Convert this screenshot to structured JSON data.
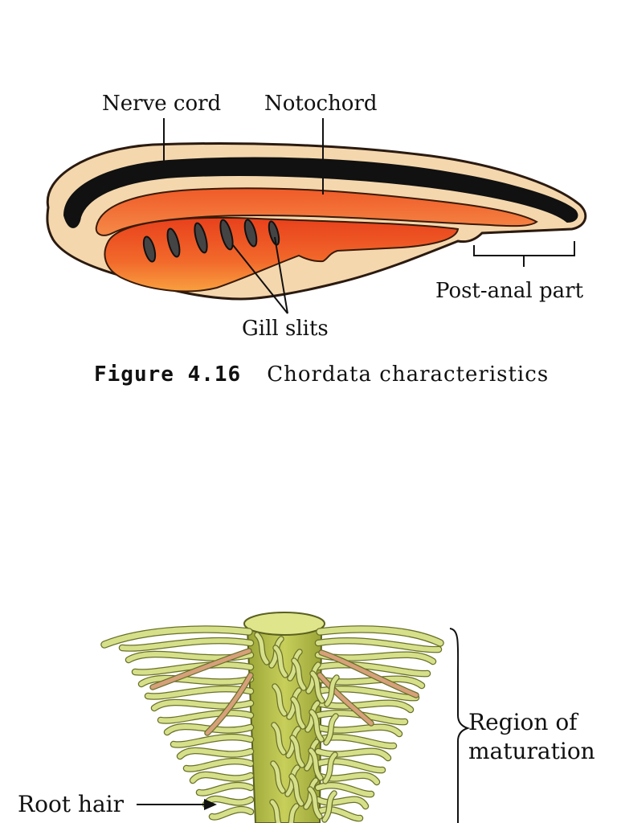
{
  "figure_1": {
    "labels": {
      "nerve_cord": "Nerve cord",
      "notochord": "Notochord",
      "post_anal_part": "Post-anal part",
      "gill_slits": "Gill slits"
    },
    "caption_number": "Figure 4.16",
    "caption_title": "Chordata characteristics",
    "colors": {
      "outer_body": "#f4d7ad",
      "nerve_cord": "#111111",
      "notochord": "#ef6a32",
      "gut": "#ee3d18",
      "gill_slit": "#444444"
    }
  },
  "figure_2": {
    "labels": {
      "region_of_maturation_line1": "Region of",
      "region_of_maturation_line2": "maturation",
      "root_hair": "Root hair"
    },
    "colors": {
      "root": "#b9c24a",
      "root_hair": "#d6e08a",
      "old_hair": "#d6a07a"
    }
  }
}
